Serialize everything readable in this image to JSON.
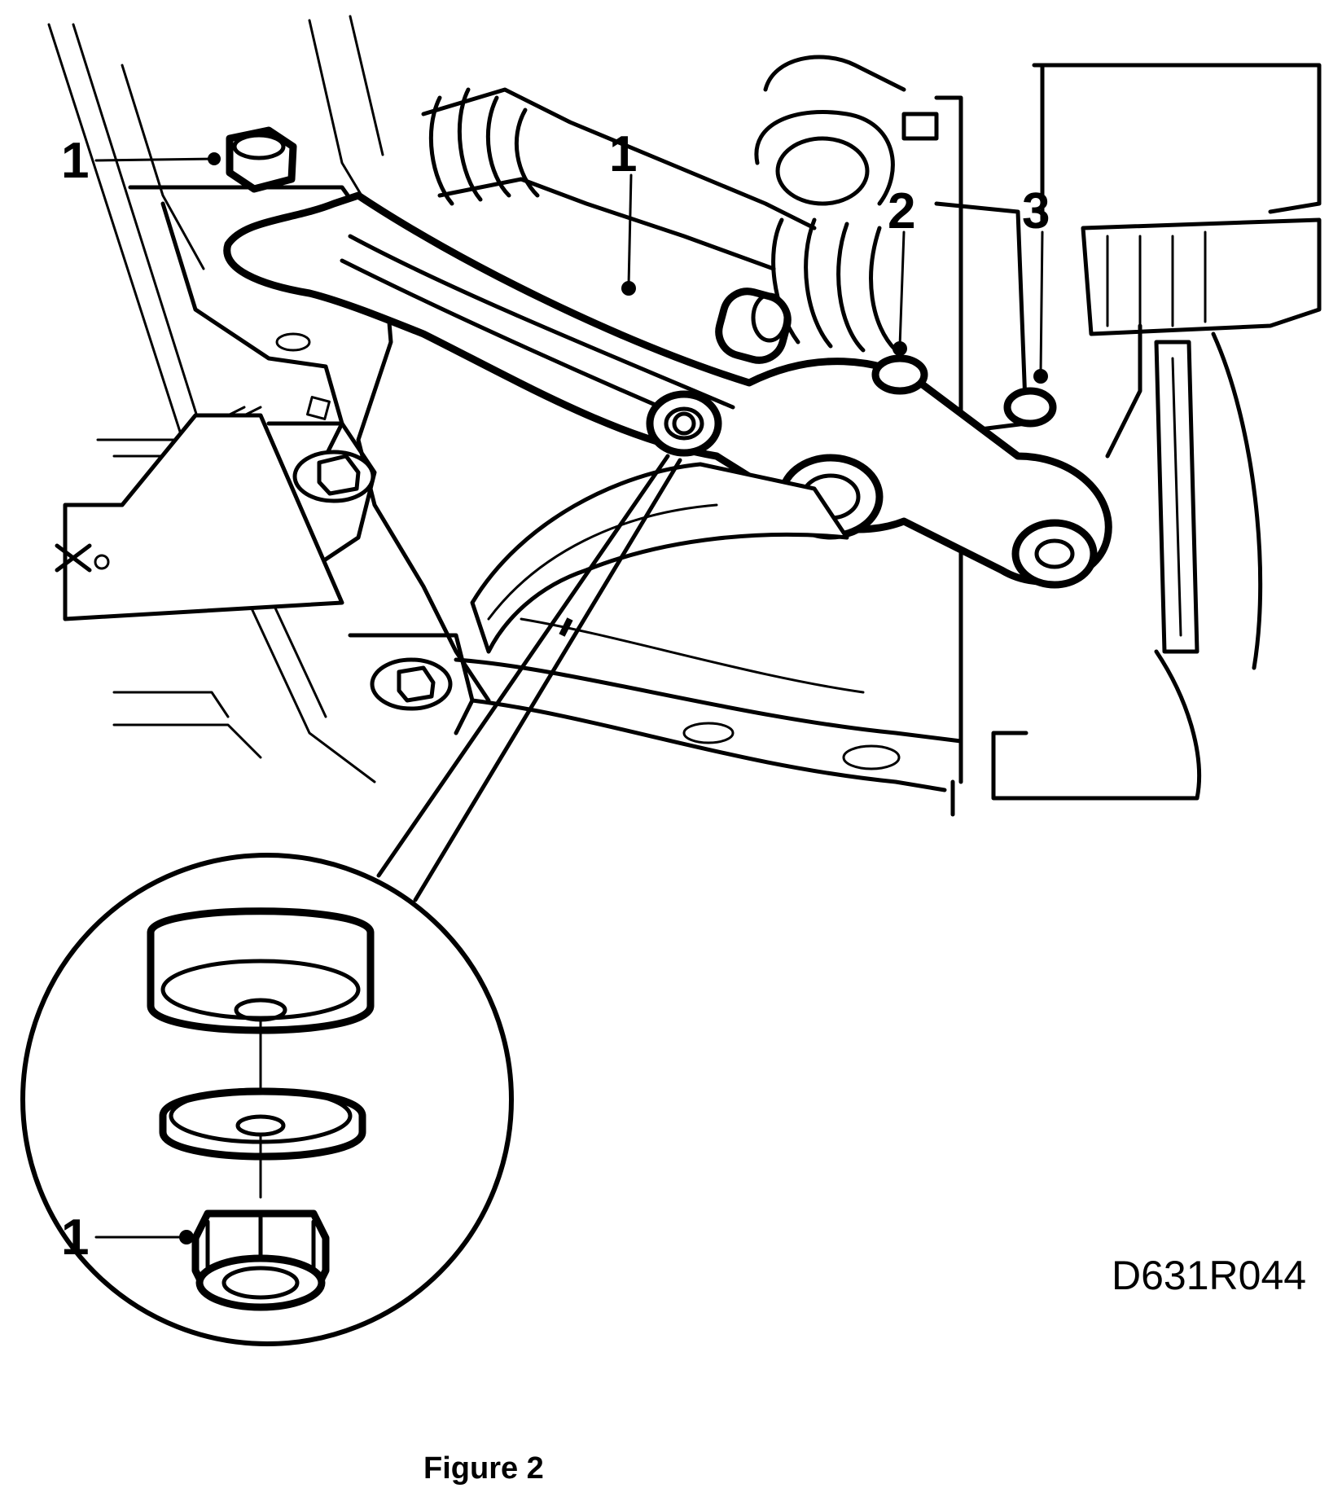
{
  "labels": {
    "bolt_top_left": "1",
    "control_arm": "1",
    "ball_joint_upper": "2",
    "ball_joint_lower": "3",
    "detail_nut": "1"
  },
  "drawing_code": "D631R044",
  "caption": "Figure 2"
}
